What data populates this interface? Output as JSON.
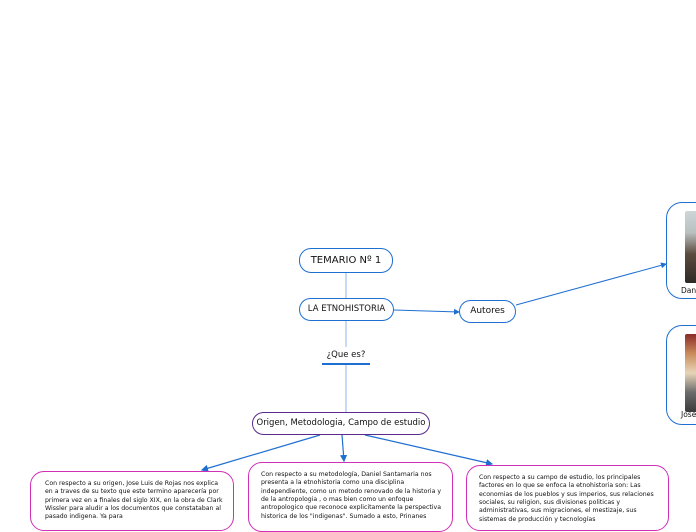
{
  "nodes": {
    "title": "TEMARIO Nº 1",
    "etnohistoria": "LA ETNOHISTORIA",
    "autores": "Autores",
    "question": "¿Que es?",
    "origen": "Origen, Metodologia, Campo de estudio"
  },
  "cards": {
    "left": "Con respecto a su origen, Jose Luis de Rojas nos explica en a traves de su texto que este termino aparecería por primera vez en a finales del siglo XIX, en la obra de Clark Wissler para aludir a los documentos que constataban al pasado indigena. Ya para",
    "middle": "Con respecto a su metodología, Daniel Santamaria nos presenta a la etnohistoria como una disciplina independiente, como un metodo renovado de la historia y de la antropologia , o mas bien como un enfoque antropologico que reconoce explicitamente la perspectiva historica de los \"indigenas\". Sumado a esto, Prinanes",
    "right": "Con respecto a su campo de estudio, los principales factores en lo que se enfoca la etnohistoria son: Las economias de los pueblos y sus imperios, sus relaciones sociales, su religion, sus divisiones politicas y administrativas, sus migraciones, el mestizaje, sus sistemas de producción y tecnologías"
  },
  "authors": [
    {
      "name": "Daniel Santamaria"
    },
    {
      "name": "Jose Luis de Rojas"
    }
  ],
  "colors": {
    "primary": "#1f6fd1",
    "secondary": "#5a2a8c",
    "card_border": "#d12fb8"
  }
}
